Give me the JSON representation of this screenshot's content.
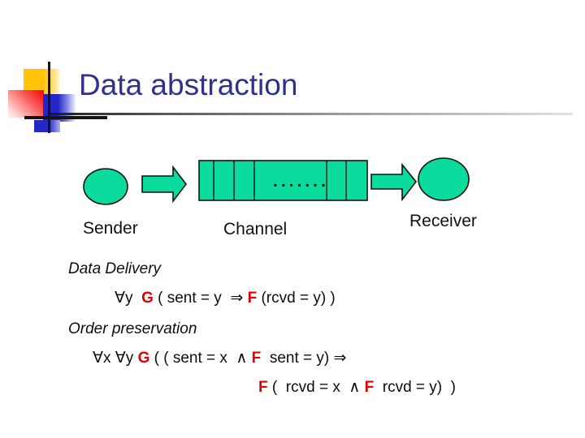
{
  "slide": {
    "title": "Data abstraction"
  },
  "colors": {
    "title_text": "#31318c",
    "shape_fill": "#0bdb9c",
    "shape_stroke": "#111111",
    "red_operator": "#e00000",
    "body_text": "#0d0d0d"
  },
  "diagram": {
    "sender_label": "Sender",
    "channel_label": "Channel",
    "receiver_label": "Receiver",
    "channel_dots": "......."
  },
  "content": {
    "delivery_heading": "Data Delivery",
    "delivery_formula": [
      {
        "text": "∀y  ",
        "red": false
      },
      {
        "text": "G",
        "red": true
      },
      {
        "text": " ( sent = y  ⇒ ",
        "red": false
      },
      {
        "text": "F",
        "red": true
      },
      {
        "text": " (rcvd = y) )",
        "red": false
      }
    ],
    "order_heading": "Order preservation",
    "order_formula_line1": [
      {
        "text": "∀x ∀y ",
        "red": false
      },
      {
        "text": "G",
        "red": true
      },
      {
        "text": " ( ( sent = x  ∧ ",
        "red": false
      },
      {
        "text": "F",
        "red": true
      },
      {
        "text": "  sent = y) ⇒",
        "red": false
      }
    ],
    "order_formula_line2": [
      {
        "text": "F",
        "red": true
      },
      {
        "text": " (  rcvd = x  ∧ ",
        "red": false
      },
      {
        "text": "F",
        "red": true
      },
      {
        "text": "  rcvd = y)  )",
        "red": false
      }
    ]
  }
}
